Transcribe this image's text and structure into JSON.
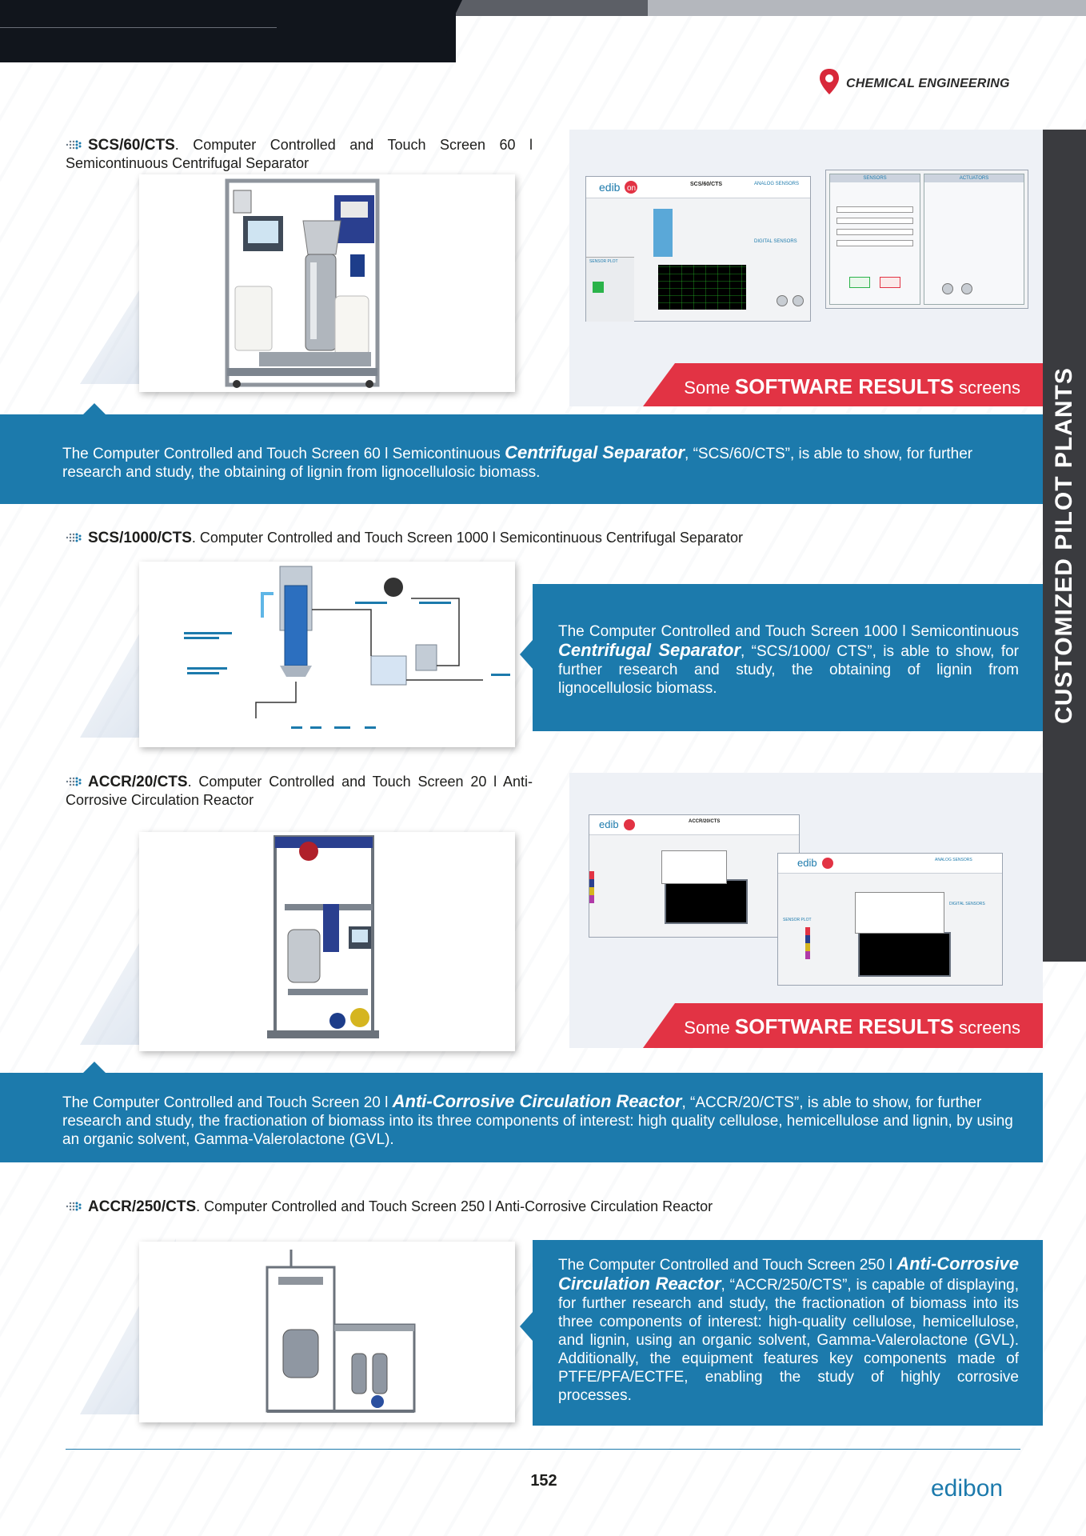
{
  "header": {
    "category": "CHEMICAL ENGINEERING"
  },
  "side_tab": {
    "label": "CUSTOMIZED PILOT PLANTS"
  },
  "sections": [
    {
      "code": "SCS/60/CTS",
      "title": ". Computer Controlled and Touch Screen 60 l Semicontinuous Centrifugal Separator",
      "software_label_pre": "Some ",
      "software_label_bold": "SOFTWARE RESULTS",
      "software_label_post": " screens",
      "desc_pre": "The Computer Controlled and Touch Screen 60 l Semicontinuous ",
      "desc_bold": "Centrifugal Separator",
      "desc_post": ", “SCS/60/CTS”, is able to show, for further research and study, the obtaining of lignin from lignocellulosic biomass."
    },
    {
      "code": "SCS/1000/CTS",
      "title": ". Computer Controlled and Touch Screen 1000 l Semicontinuous Centrifugal Separator",
      "desc_pre": "The Computer Controlled and Touch Screen 1000 l Semicontinuous ",
      "desc_bold": "Centrifugal Separator",
      "desc_post": ", “SCS/1000/ CTS”, is able to show, for further research and study, the obtaining of lignin from lignocellulosic biomass."
    },
    {
      "code": "ACCR/20/CTS",
      "title": ". Computer Controlled and Touch Screen 20 l Anti-Corrosive Circulation Reactor",
      "software_label_pre": "Some ",
      "software_label_bold": "SOFTWARE RESULTS",
      "software_label_post": " screens",
      "desc_pre": "The Computer Controlled and Touch Screen 20 l ",
      "desc_bold": "Anti-Corrosive Circulation Reactor",
      "desc_post": ", “ACCR/20/CTS”, is able to show, for further research and study, the fractionation of biomass into its three components of interest: high quality cellulose, hemicellulose and lignin, by using an organic solvent, Gamma-Valerolactone (GVL)."
    },
    {
      "code": "ACCR/250/CTS",
      "title": ". Computer Controlled and Touch Screen 250 l Anti-Corrosive Circulation Reactor",
      "desc_pre": "The Computer Controlled and Touch Screen 250 l ",
      "desc_bold": "Anti-Corrosive Circulation Reactor",
      "desc_post": ", “ACCR/250/CTS”, is capable of displaying, for further research and study, the fractionation of biomass into its three components of interest: high-quality cellulose, hemicellulose, and lignin, using an organic solvent, Gamma-Valerolactone (GVL). Additionally, the equipment features key components made of PTFE/PFA/ECTFE, enabling the study of highly corrosive processes."
    }
  ],
  "screens": {
    "scs60_title": "SCS/60/CTS",
    "sensors": "SENSORS",
    "actuators": "ACTUATORS",
    "analog_sensors": "ANALOG SENSORS",
    "digital_sensors": "DIGITAL SENSORS",
    "sensor_plot": "SENSOR PLOT",
    "accr20_title": "ACCR/20/CTS"
  },
  "footer": {
    "page_number": "152",
    "brand": "edibon"
  },
  "colors": {
    "blue": "#1c7aac",
    "red": "#e23344",
    "dark": "#11151c",
    "tab": "#3a3b3f"
  }
}
